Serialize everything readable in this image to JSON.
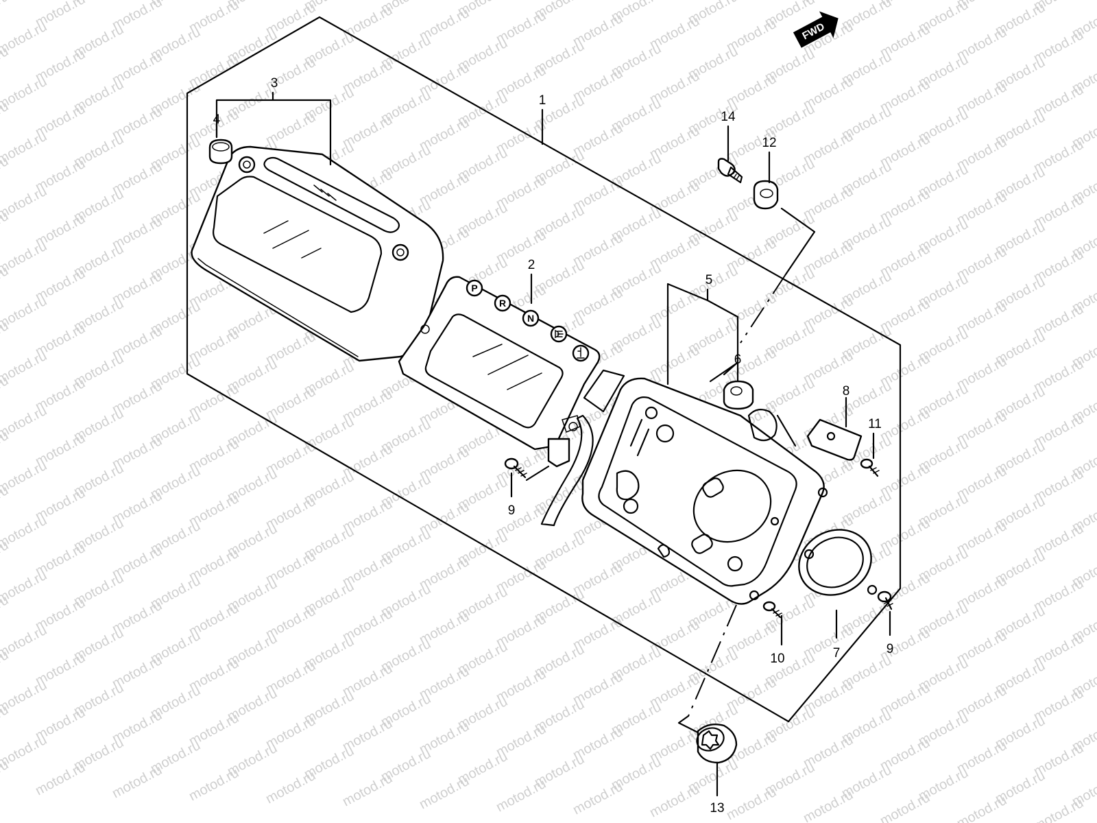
{
  "watermark": {
    "text": "motod.ru"
  },
  "direction_marker": {
    "text": "FWD",
    "icon": "forward-arrow-icon"
  },
  "gear_indicators": [
    "P",
    "R",
    "N"
  ],
  "callouts": [
    "1",
    "2",
    "3",
    "4",
    "5",
    "6",
    "7",
    "8",
    "9",
    "9",
    "10",
    "11",
    "12",
    "13",
    "14"
  ]
}
